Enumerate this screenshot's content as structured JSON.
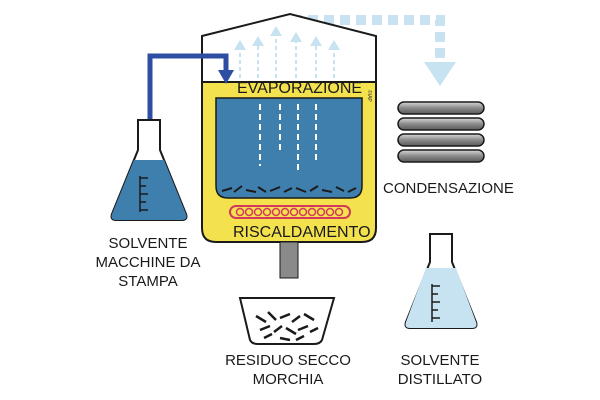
{
  "labels": {
    "evaporation": "EVAPORAZIONE",
    "heating": "RISCALDAMENTO",
    "condensation": "CONDENSAZIONE",
    "solvent_in_1": "SOLVENTE",
    "solvent_in_2": "MACCHINE DA",
    "solvent_in_3": "STAMPA",
    "residue_1": "RESIDUO SECCO",
    "residue_2": "MORCHIA",
    "distilled_1": "SOLVENTE",
    "distilled_2": "DISTILLATO",
    "watermark": "©IAP"
  },
  "colors": {
    "tank_yellow": "#f3e14d",
    "liquid_blue": "#3f7fae",
    "pipe_blue": "#2e4ea3",
    "vapor_blue": "#c7e3f1",
    "heater_red": "#d3395c",
    "coil_grey": "#8a8a8a",
    "outline": "#1a1a1a"
  }
}
